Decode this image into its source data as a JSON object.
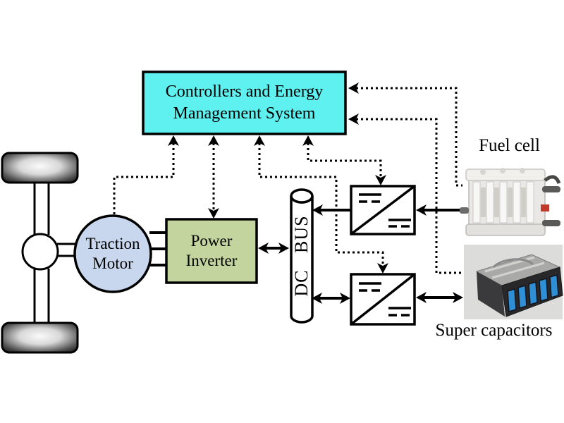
{
  "figure": {
    "controller": {
      "line1": "Controllers and Energy",
      "line2": "Management System"
    },
    "traction_motor": {
      "line1": "Traction",
      "line2": "Motor"
    },
    "power_inverter": {
      "line1": "Power",
      "line2": "Inverter"
    },
    "dc_bus": {
      "label": "DC BUS"
    },
    "fuel_cell": {
      "label": "Fuel cell"
    },
    "super_capacitors": {
      "label": "Super capacitors"
    }
  },
  "colors": {
    "controller_fill": "#5ff0f0",
    "traction_motor_fill": "#c9d7ee",
    "power_inverter_fill": "#c3d49e",
    "line": "#000000",
    "photo_backdrop": "#dcdcda",
    "supercap_window": "#2f8fd4"
  }
}
